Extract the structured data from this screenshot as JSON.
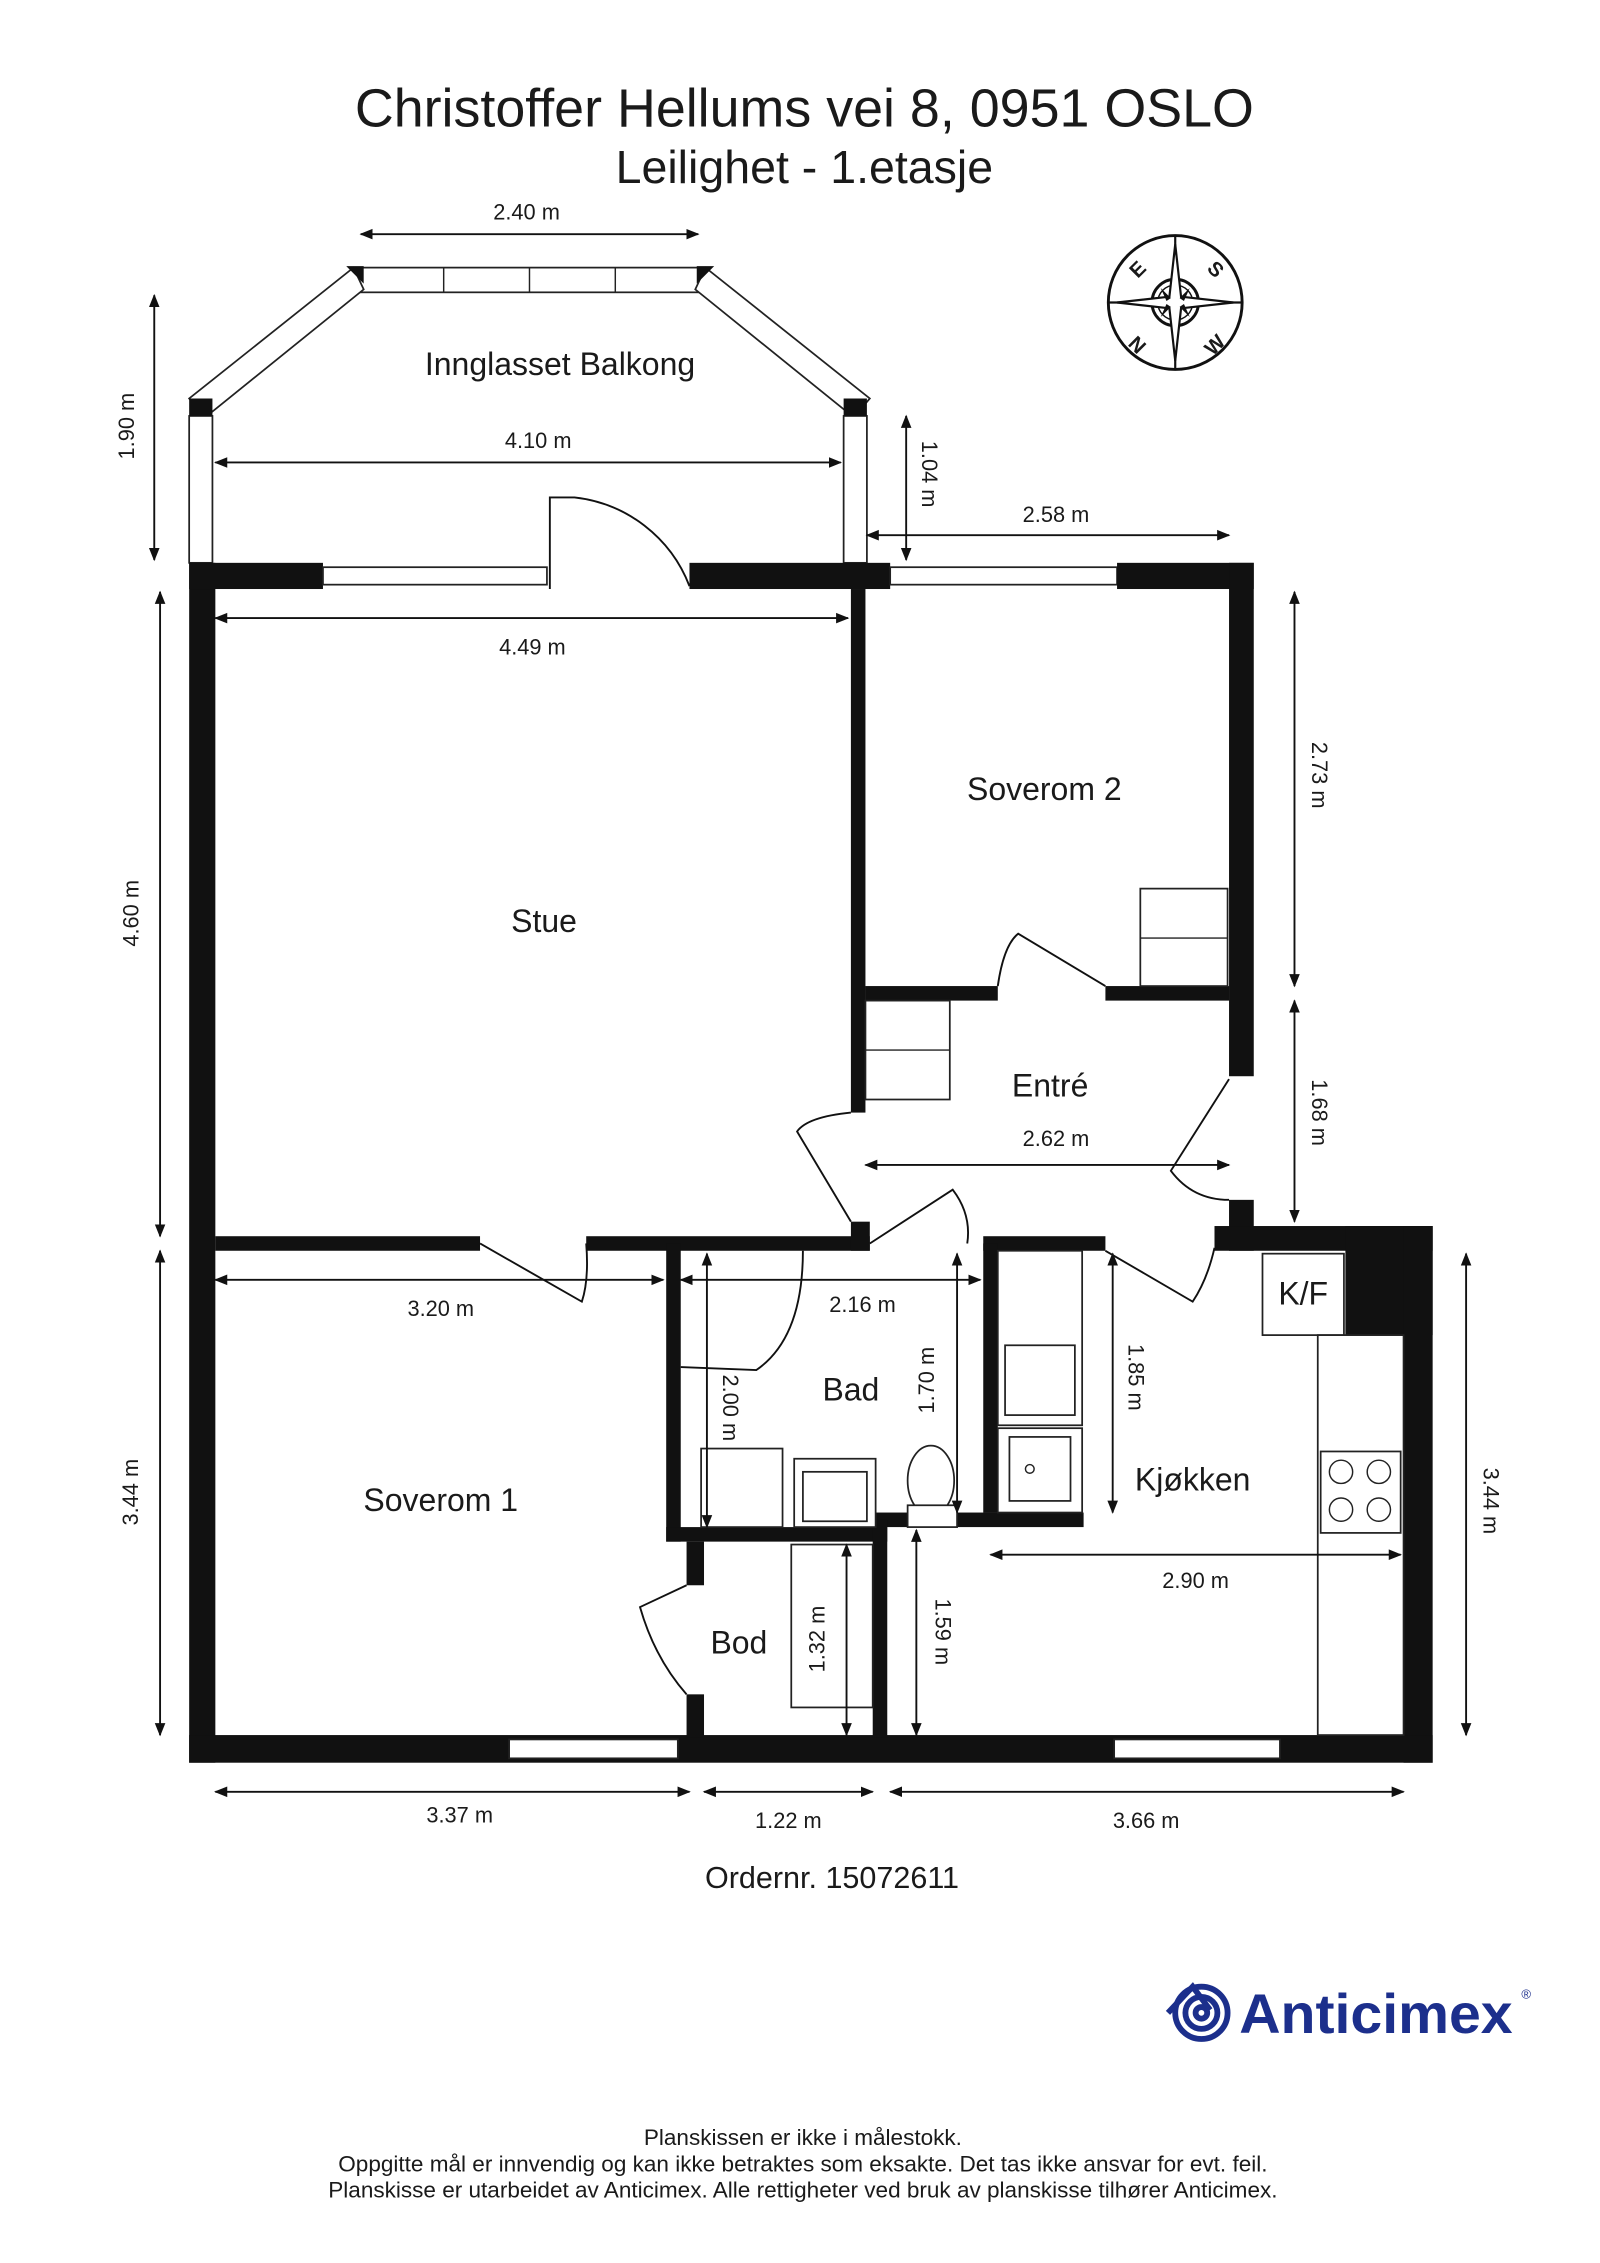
{
  "header": {
    "title": "Christoffer Hellums vei 8, 0951 OSLO",
    "subtitle": "Leilighet  - 1.etasje"
  },
  "compass": {
    "letters": [
      "E",
      "S",
      "N",
      "W"
    ]
  },
  "rooms": {
    "balcony": "Innglasset Balkong",
    "living": "Stue",
    "bedroom2": "Soverom 2",
    "entry": "Entré",
    "bedroom1": "Soverom 1",
    "bath": "Bad",
    "kitchen": "Kjøkken",
    "storage": "Bod",
    "fridge": "K/F"
  },
  "dimensions": {
    "balcony_top": "2.40 m",
    "balcony_height": "1.90 m",
    "balcony_width": "4.10 m",
    "balcony_right": "1.04 m",
    "bedroom2_width": "2.58 m",
    "living_width": "4.49 m",
    "living_height": "4.60 m",
    "bedroom2_height": "2.73 m",
    "entry_width": "2.62 m",
    "entry_height": "1.68 m",
    "bedroom1_width": "3.20 m",
    "bedroom1_height": "3.44 m",
    "bath_width": "2.16 m",
    "bath_height_left": "2.00 m",
    "bath_height_right": "1.70 m",
    "kitchen_inner": "1.85 m",
    "kitchen_width": "2.90 m",
    "kitchen_height": "3.44 m",
    "storage_height": "1.32 m",
    "kitchen_lower": "1.59 m",
    "bottom_left": "3.37 m",
    "bottom_mid": "1.22 m",
    "bottom_right": "3.66 m"
  },
  "order": "Ordernr. 15072611",
  "brand": {
    "name": "Anticimex",
    "registered": "®",
    "color": "#1c2f8c"
  },
  "footer": {
    "line1": "Planskissen er ikke i målestokk.",
    "line2": "Oppgitte mål er innvendig og kan ikke betraktes som eksakte. Det tas ikke ansvar for evt. feil.",
    "line3": "Planskisse er utarbeidet av Anticimex. Alle rettigheter ved bruk av planskisse tilhører Anticimex."
  }
}
